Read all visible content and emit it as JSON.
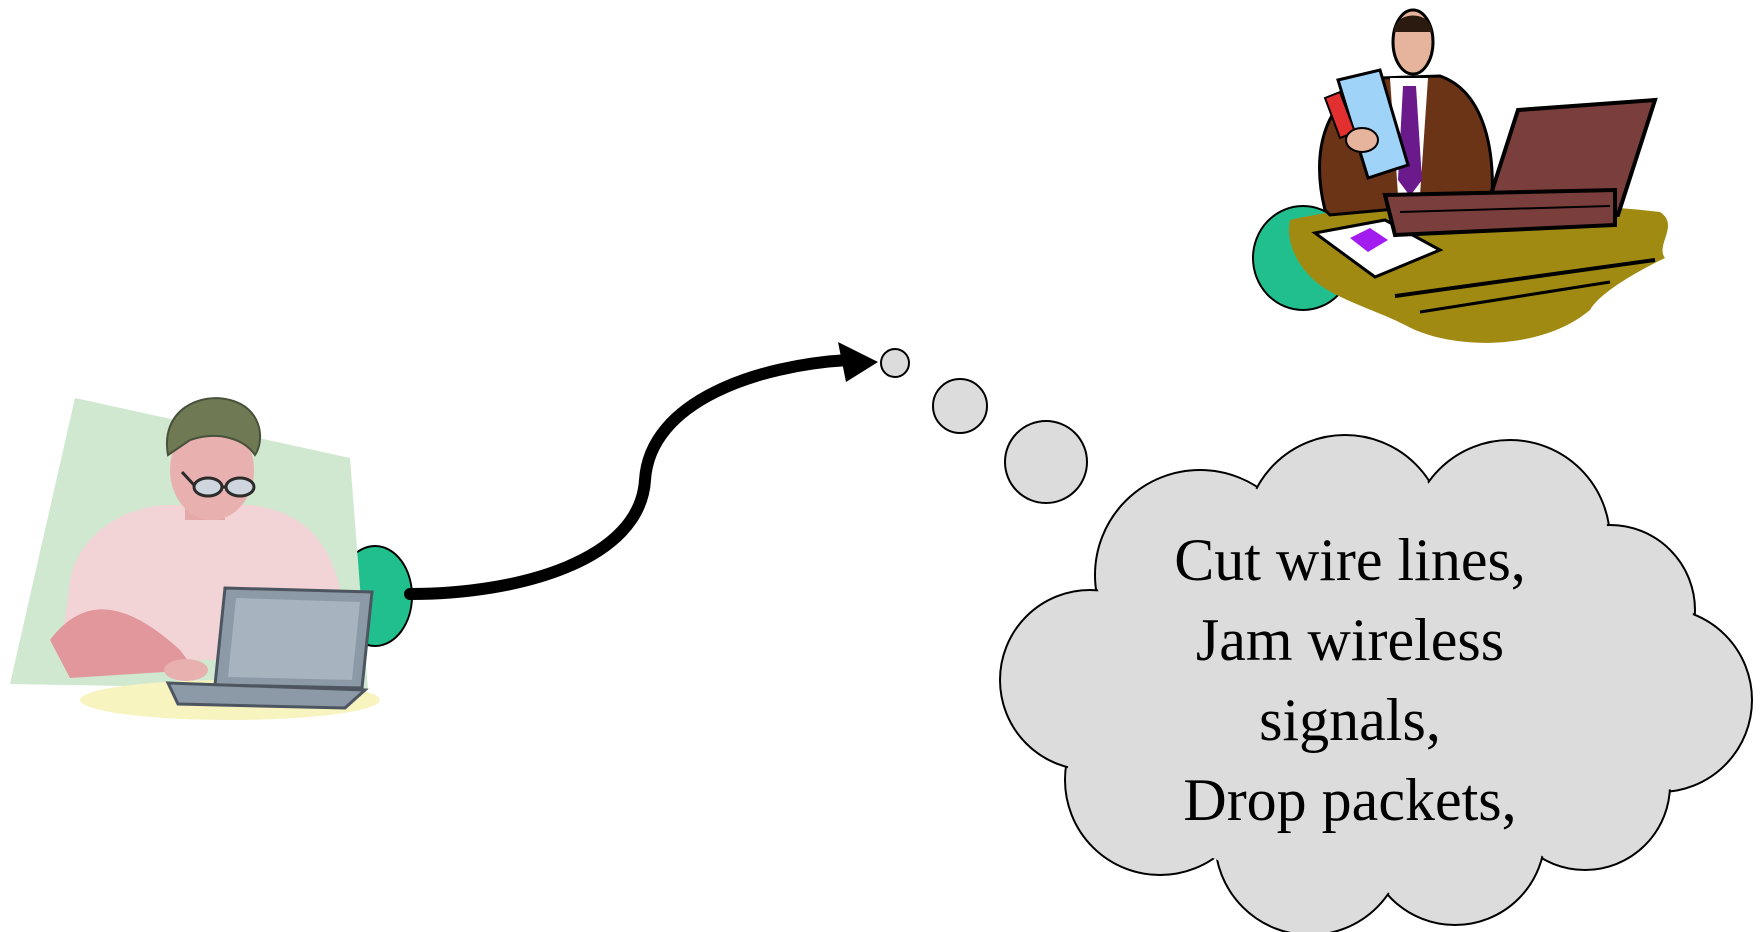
{
  "thought_bubble": {
    "lines": [
      "Cut wire lines,",
      "Jam wireless",
      "signals,",
      "Drop packets,"
    ]
  },
  "colors": {
    "node": "#22bf8e",
    "cloud_fill": "#dcdcdc",
    "arrow": "#000000",
    "user_background": "#cfe8cf",
    "desk": "#a08a12",
    "laptop_gray": "#8c99a6",
    "briefcase": "#7a3f3c"
  },
  "icons": {
    "user": "person-at-laptop-icon",
    "admin": "businessman-at-desk-icon"
  }
}
